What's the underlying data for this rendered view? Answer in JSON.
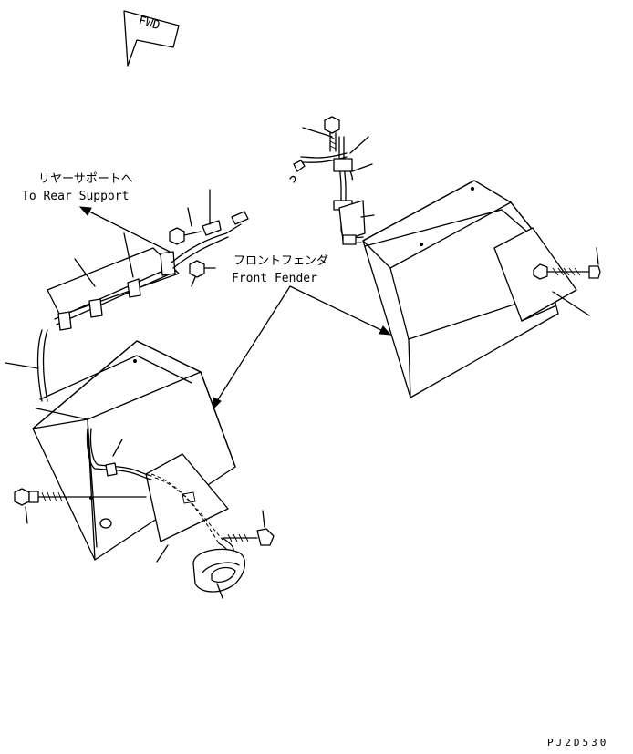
{
  "fwd_label": "FWD",
  "rear_support": {
    "jp": "リヤーサポートへ",
    "en": "To Rear Support"
  },
  "front_fender": {
    "jp": "フロントフェンダ",
    "en": "Front Fender"
  },
  "drawing_code": "PJ2D530"
}
